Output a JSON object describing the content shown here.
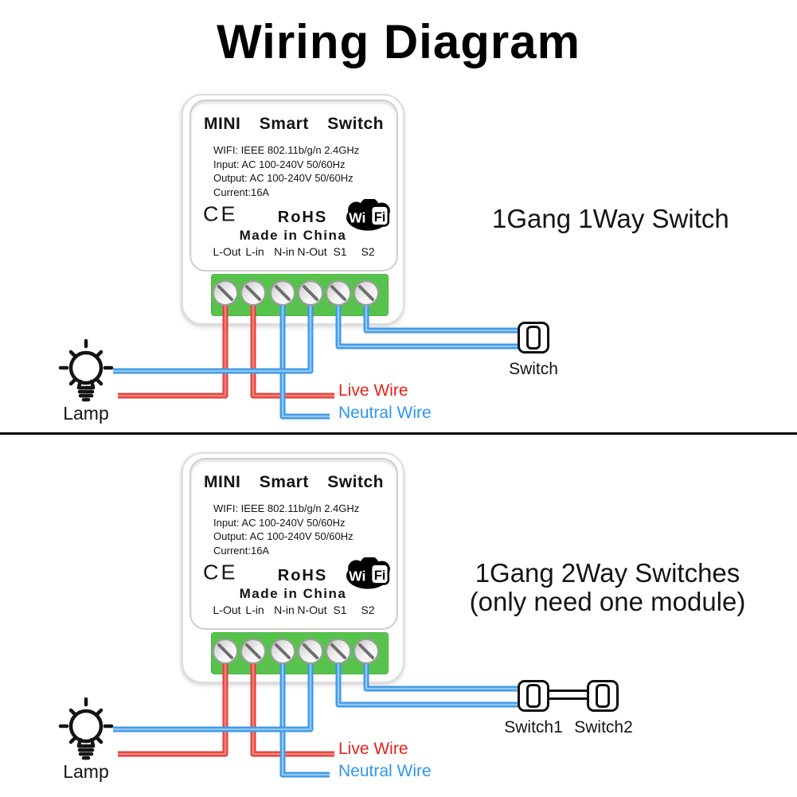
{
  "title": "Wiring Diagram",
  "colors": {
    "live_wire": "#e2413a",
    "live_wire_highlight": "#f5827c",
    "neutral_wire": "#3d97e5",
    "neutral_wire_highlight": "#8ec8f6",
    "live_label_text": "#e42318",
    "neutral_label_text": "#2e96ee",
    "terminal_block_green": "#57c34d",
    "text_ink": "#141414"
  },
  "module": {
    "title_words": [
      "MINI",
      "Smart",
      "Switch"
    ],
    "specs": [
      "WIFI: IEEE 802.11b/g/n 2.4GHz",
      "Input: AC 100-240V 50/60Hz",
      "Output: AC 100-240V 50/60Hz",
      "Current:16A"
    ],
    "ce_mark": "CE",
    "rohs": "RoHS",
    "wifi_logo": {
      "wi": "Wi",
      "fi": "Fi"
    },
    "made_in": "Made in China",
    "terminals": [
      "L-Out",
      "L-in",
      "N-in",
      "N-Out",
      "S1",
      "S2"
    ]
  },
  "sections": [
    {
      "heading_line1": "1Gang 1Way Switch",
      "heading_line2": "",
      "lamp_label": "Lamp",
      "live_wire_label": "Live Wire",
      "neutral_wire_label": "Neutral Wire",
      "switch_labels": [
        "Switch"
      ]
    },
    {
      "heading_line1": "1Gang 2Way Switches",
      "heading_line2": "(only need one module)",
      "lamp_label": "Lamp",
      "live_wire_label": "Live Wire",
      "neutral_wire_label": "Neutral Wire",
      "switch_labels": [
        "Switch1",
        "Switch2"
      ]
    }
  ]
}
